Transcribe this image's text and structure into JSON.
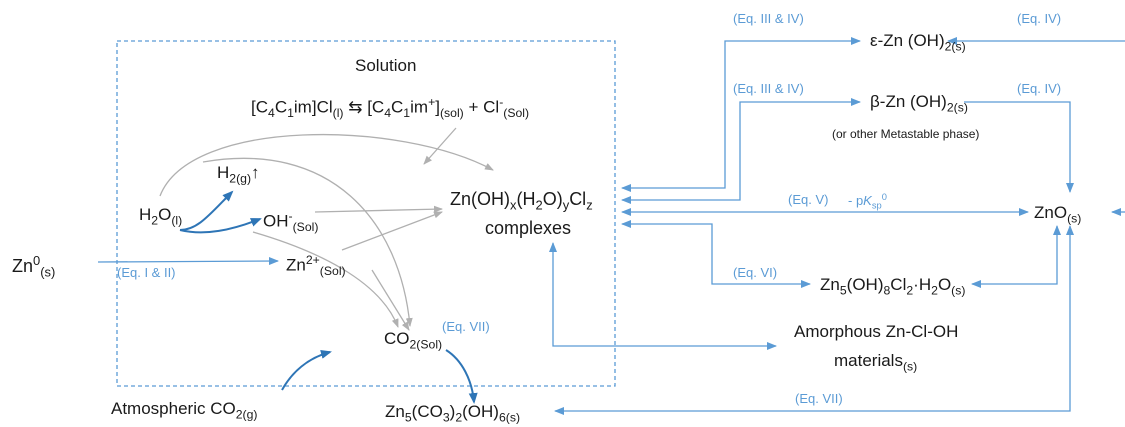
{
  "colors": {
    "blue": "#5b9bd5",
    "dark_blue": "#2e75b6",
    "gray": "#b0b0b0",
    "text": "#1a1a1a"
  },
  "solution_box": {
    "title": "Solution"
  },
  "species": {
    "ionic_liquid": {
      "a": "[C",
      "a_sub": "4",
      "b": "C",
      "b_sub": "1",
      "c": "im]Cl",
      "c_sub": "(l)",
      "eq": " ⇆ ",
      "d": "[C",
      "d_sub": "4",
      "e": "C",
      "e_sub": "1",
      "f": "im",
      "f_sup": "+",
      "g": "]",
      "g_sub": "(sol)",
      "h": " + Cl",
      "h_sup": "-",
      "h_sub": "(Sol)"
    },
    "h2": {
      "base": "H",
      "sub": "2(g)",
      "arrow": "↑"
    },
    "h2o": {
      "base": "H",
      "sub1": "2",
      "mid": "O",
      "sub2": "(l)"
    },
    "oh": {
      "base": "OH",
      "sup": "-",
      "sub": "(Sol)"
    },
    "zn0": {
      "base": "Zn",
      "sup": "0",
      "sub": "(s)"
    },
    "zn2": {
      "base": "Zn",
      "sup": "2+",
      "sub": "(Sol)"
    },
    "co2_sol": {
      "base": "CO",
      "sub": "2(Sol)"
    },
    "co2_atm": {
      "base": "Atmospheric  CO",
      "sub": "2(g)"
    },
    "complex": {
      "a": "Zn(OH)",
      "a_sub": "x",
      "b": "(H",
      "b_sub": "2",
      "c": "O)",
      "c_sub": "y",
      "d": "Cl",
      "d_sub": "z",
      "line2": "complexes"
    },
    "epsilon": {
      "base": "ε-Zn (OH)",
      "sub": "2(s)"
    },
    "beta": {
      "base": "β-Zn (OH)",
      "sub": "2(s)",
      "note": "(or other Metastable phase)"
    },
    "zno": {
      "base": "ZnO",
      "sub": "(s)"
    },
    "simonkolleite": {
      "a": "Zn",
      "a_sub": "5",
      "b": "(OH)",
      "b_sub": "8",
      "c": "Cl",
      "c_sub": "2",
      "d": "·H",
      "d_sub": "2",
      "e": "O",
      "e_sub": "(s)"
    },
    "amorphous": {
      "line1": "Amorphous Zn-Cl-OH",
      "line2": "materials",
      "sub": "(s)"
    },
    "hydrozincite": {
      "a": "Zn",
      "a_sub": "5",
      "b": "(CO",
      "b_sub": "3",
      "c": ")",
      "c_sub": "2",
      "d": "(OH)",
      "d_sub": "6(s)"
    }
  },
  "labels": {
    "eq_iii_iv_top": "(Eq. III & IV)",
    "eq_iv_top": "(Eq. IV)",
    "eq_iii_iv_mid": "(Eq. III & IV)",
    "eq_iv_mid": "(Eq. IV)",
    "eq_v": "(Eq. V)",
    "pksp": {
      "prefix": "- p",
      "k": "K",
      "sub": "sp",
      "sup": "0"
    },
    "eq_vi": "(Eq. VI)",
    "eq_i_ii": "(Eq. I & II)",
    "eq_vii_mid": "(Eq. VII)",
    "eq_vii_bottom": "(Eq. VII)"
  }
}
